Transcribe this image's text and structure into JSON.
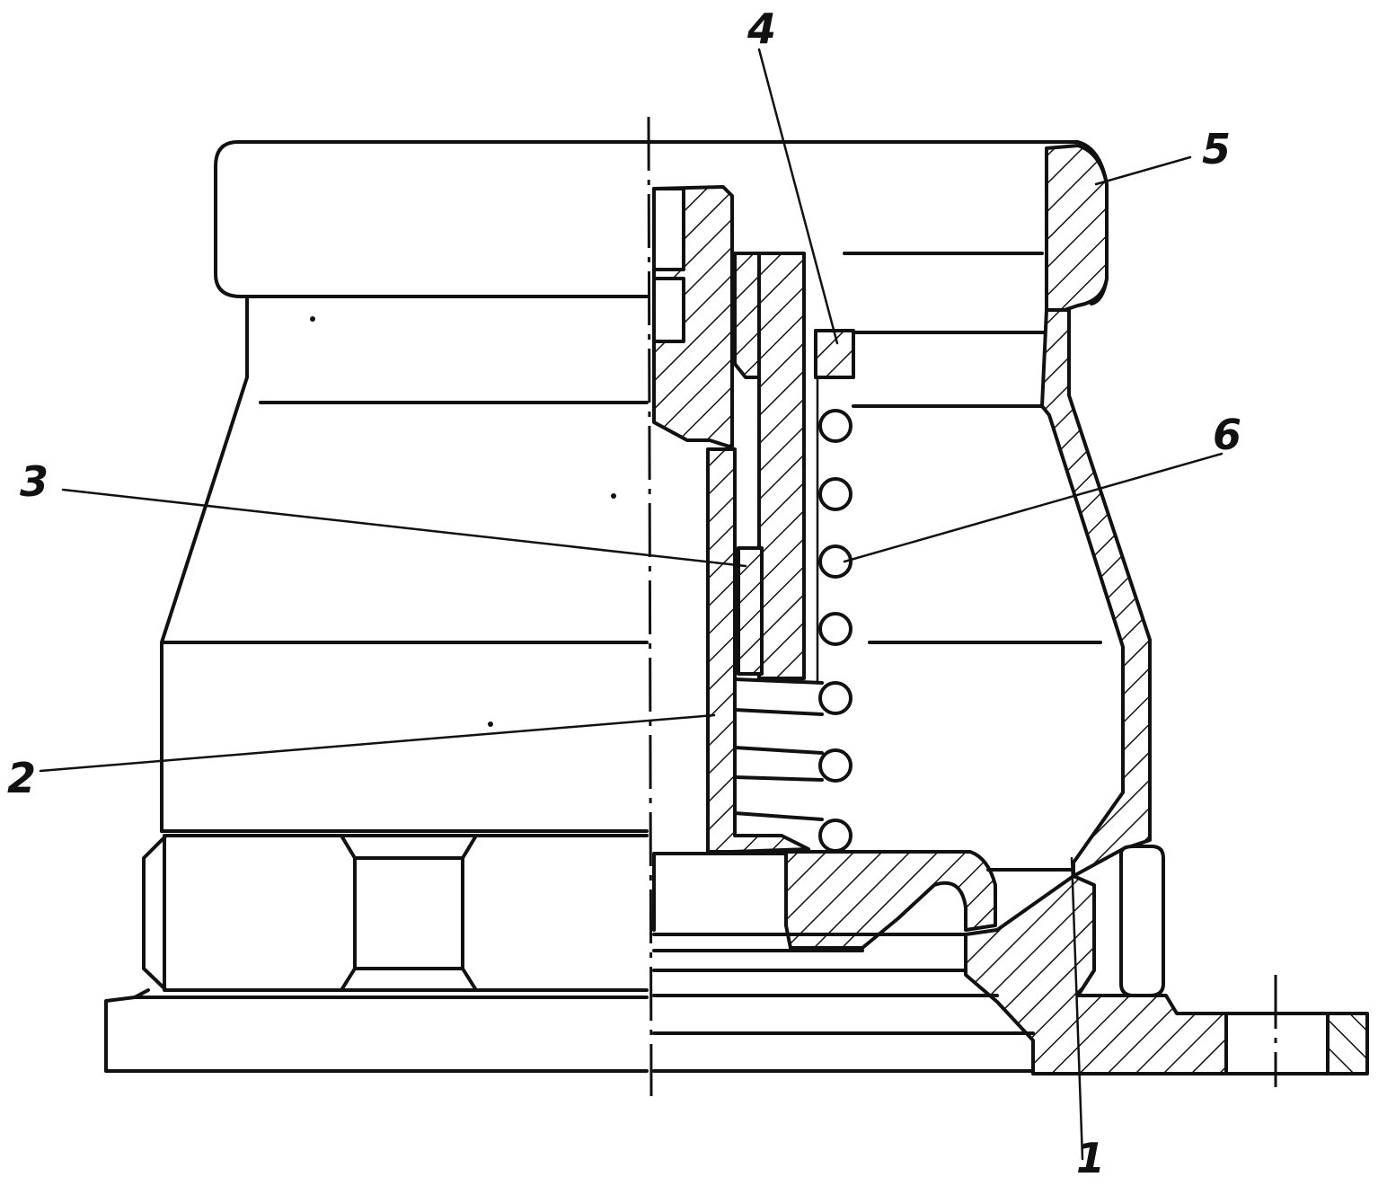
{
  "callouts": [
    {
      "id": "1",
      "label": "1"
    },
    {
      "id": "2",
      "label": "2"
    },
    {
      "id": "3",
      "label": "3"
    },
    {
      "id": "4",
      "label": "4"
    },
    {
      "id": "5",
      "label": "5"
    },
    {
      "id": "6",
      "label": "6"
    }
  ],
  "colors": {
    "ink": "#111111",
    "paper": "#ffffff"
  }
}
